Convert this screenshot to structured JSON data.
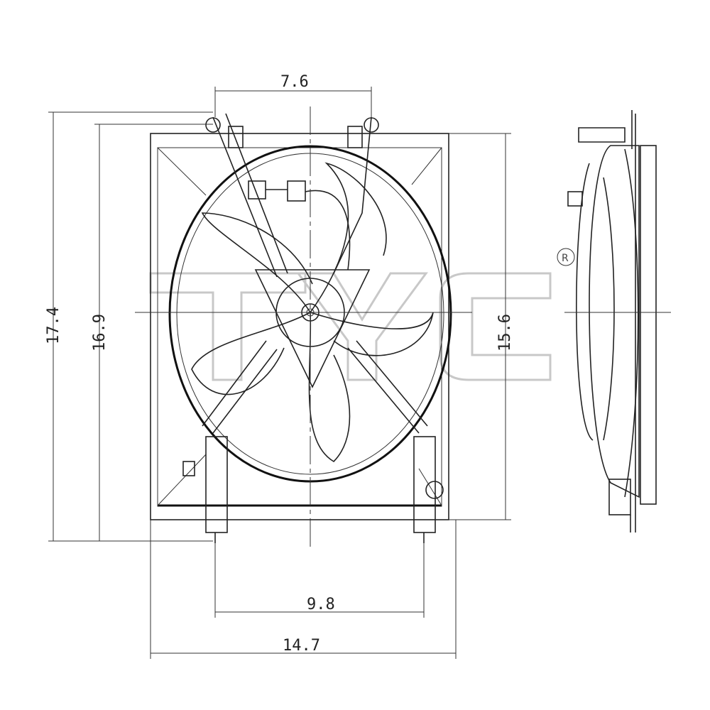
{
  "drawing": {
    "dimensions": {
      "top_mount_spacing": "7.6",
      "overall_height": "17.4",
      "mount_height": "16.9",
      "shroud_height": "15.6",
      "bottom_mount_spacing": "9.8",
      "overall_width": "14.7"
    },
    "watermark": {
      "text": "TYC",
      "registered_mark": "R",
      "color": "#c8c8c8"
    },
    "line_color": "#222222"
  }
}
